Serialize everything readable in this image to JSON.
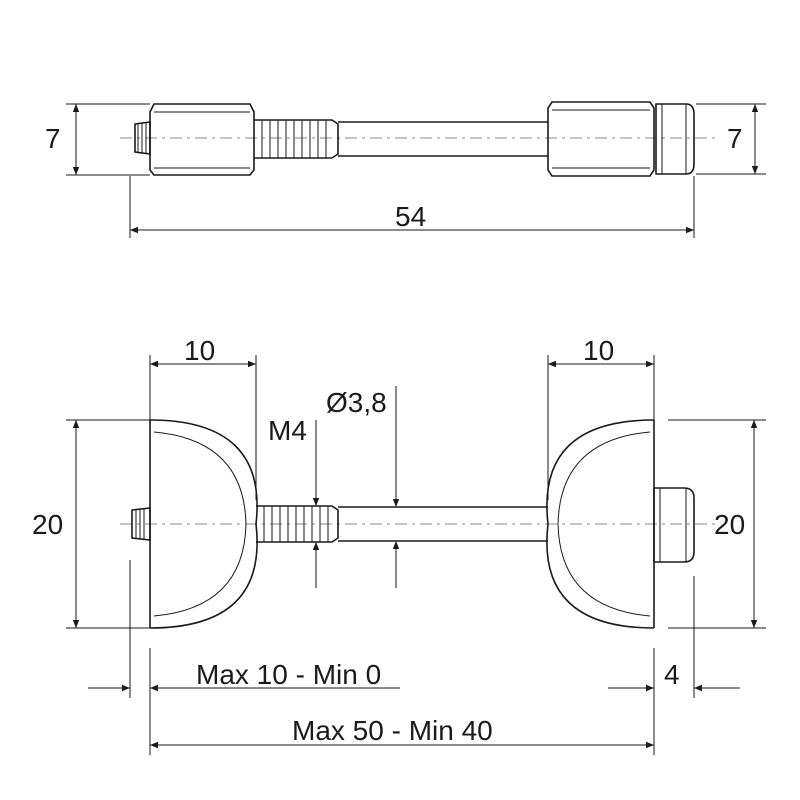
{
  "drawing": {
    "top_view": {
      "height_left": "7",
      "height_right": "7",
      "overall_length": "54"
    },
    "side_view": {
      "head_width_left": "10",
      "head_width_right": "10",
      "thread_spec": "M4",
      "shaft_diameter": "Ø3,8",
      "head_diameter_left": "20",
      "head_diameter_right": "20",
      "adjustment_range": "Max 10 - Min 0",
      "cap_offset": "4",
      "joint_range": "Max 50 - Min 40"
    }
  }
}
